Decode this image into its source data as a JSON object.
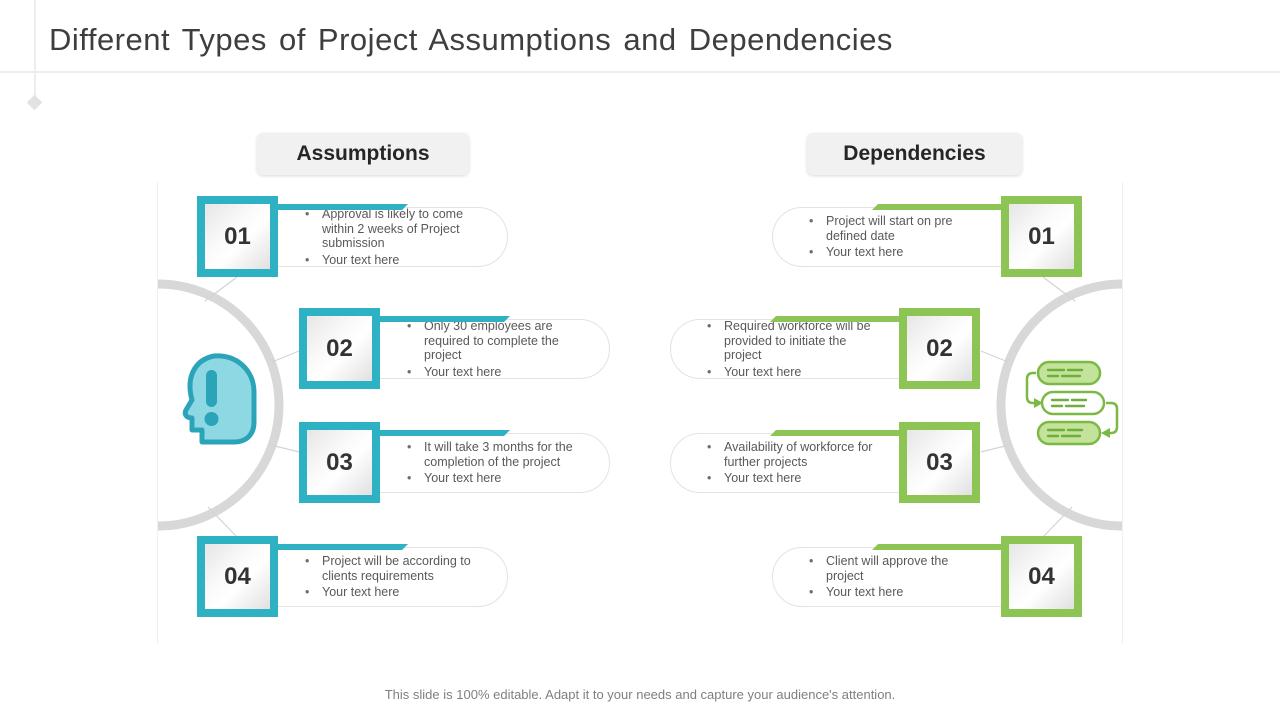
{
  "slide": {
    "title": "Different Types of Project Assumptions and Dependencies",
    "footer": "This slide is 100% editable. Adapt it to your needs and capture your audience's attention."
  },
  "colors": {
    "assumptions_accent": "#2FB1C4",
    "dependencies_accent": "#8CC553",
    "circle_stroke": "#D8D8D8",
    "body_text": "#595959",
    "badge_background": "#F1F1F1"
  },
  "icons": {
    "left": "head-alert-icon",
    "right": "workflow-steps-icon"
  },
  "columns": [
    {
      "header": "Assumptions",
      "items": [
        {
          "number": "01",
          "bullets": [
            "Approval is likely to come within 2 weeks of Project submission",
            "Your text here"
          ]
        },
        {
          "number": "02",
          "bullets": [
            "Only 30 employees are required to complete the project",
            "Your text here"
          ]
        },
        {
          "number": "03",
          "bullets": [
            "It will take 3 months for the completion of the project",
            "Your text here"
          ]
        },
        {
          "number": "04",
          "bullets": [
            "Project will be according to clients requirements",
            "Your text here"
          ]
        }
      ]
    },
    {
      "header": "Dependencies",
      "items": [
        {
          "number": "01",
          "bullets": [
            "Project will start on pre defined date",
            "Your text here"
          ]
        },
        {
          "number": "02",
          "bullets": [
            "Required workforce will be provided to initiate the project",
            "Your text here"
          ]
        },
        {
          "number": "03",
          "bullets": [
            "Availability of workforce for further projects",
            "Your text here"
          ]
        },
        {
          "number": "04",
          "bullets": [
            "Client will approve the project",
            "Your text here"
          ]
        }
      ]
    }
  ]
}
